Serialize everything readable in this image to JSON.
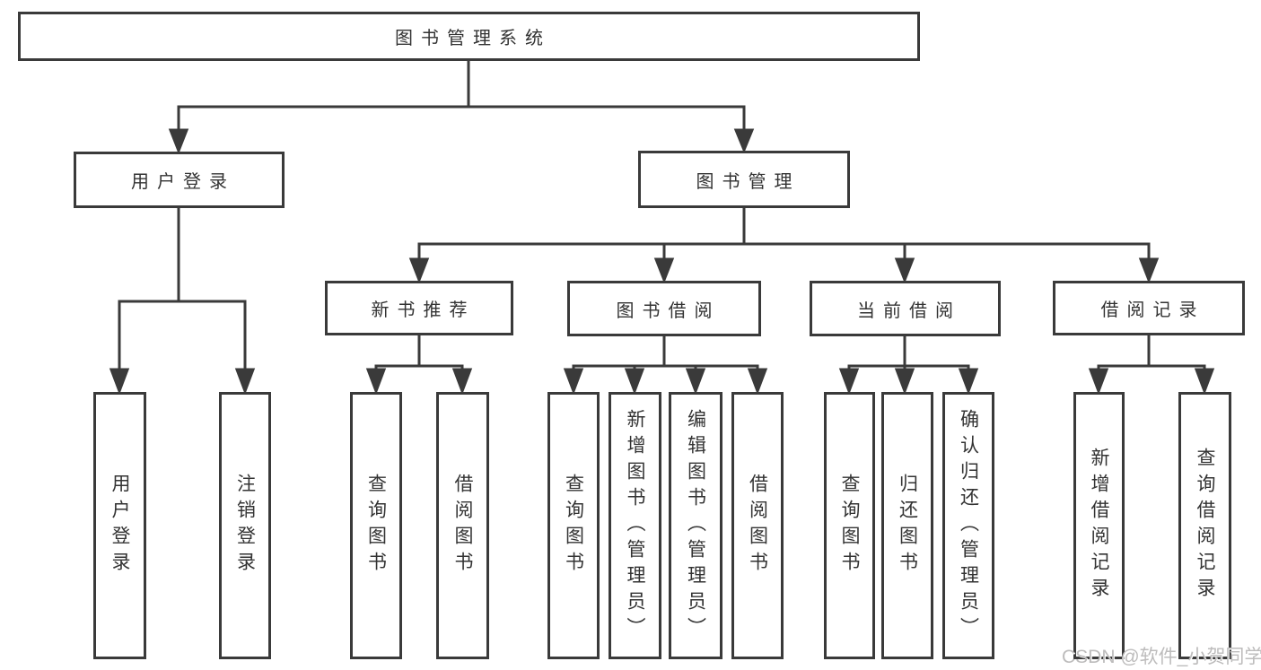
{
  "diagram": {
    "root": "图书管理系统",
    "branches": {
      "user_login": {
        "label": "用户登录",
        "leaves": [
          "用户登录",
          "注销登录"
        ]
      },
      "book_management": {
        "label": "图书管理",
        "children": {
          "new_book_recommend": {
            "label": "新书推荐",
            "leaves": [
              "查询图书",
              "借阅图书"
            ]
          },
          "book_borrow": {
            "label": "图书借阅",
            "leaves": [
              "查询图书",
              "新增图书（管理员）",
              "编辑图书（管理员）",
              "借阅图书"
            ]
          },
          "current_borrow": {
            "label": "当前借阅",
            "leaves": [
              "查询图书",
              "归还图书",
              "确认归还（管理员）"
            ]
          },
          "borrow_records": {
            "label": "借阅记录",
            "leaves": [
              "新增借阅记录",
              "查询借阅记录"
            ]
          }
        }
      }
    }
  },
  "watermark": {
    "text": "CSDN @软件_小贺同学"
  },
  "colors": {
    "line": "#3a3a3a",
    "text": "#333333",
    "background": "#ffffff",
    "watermark": "#bdbcbc"
  }
}
